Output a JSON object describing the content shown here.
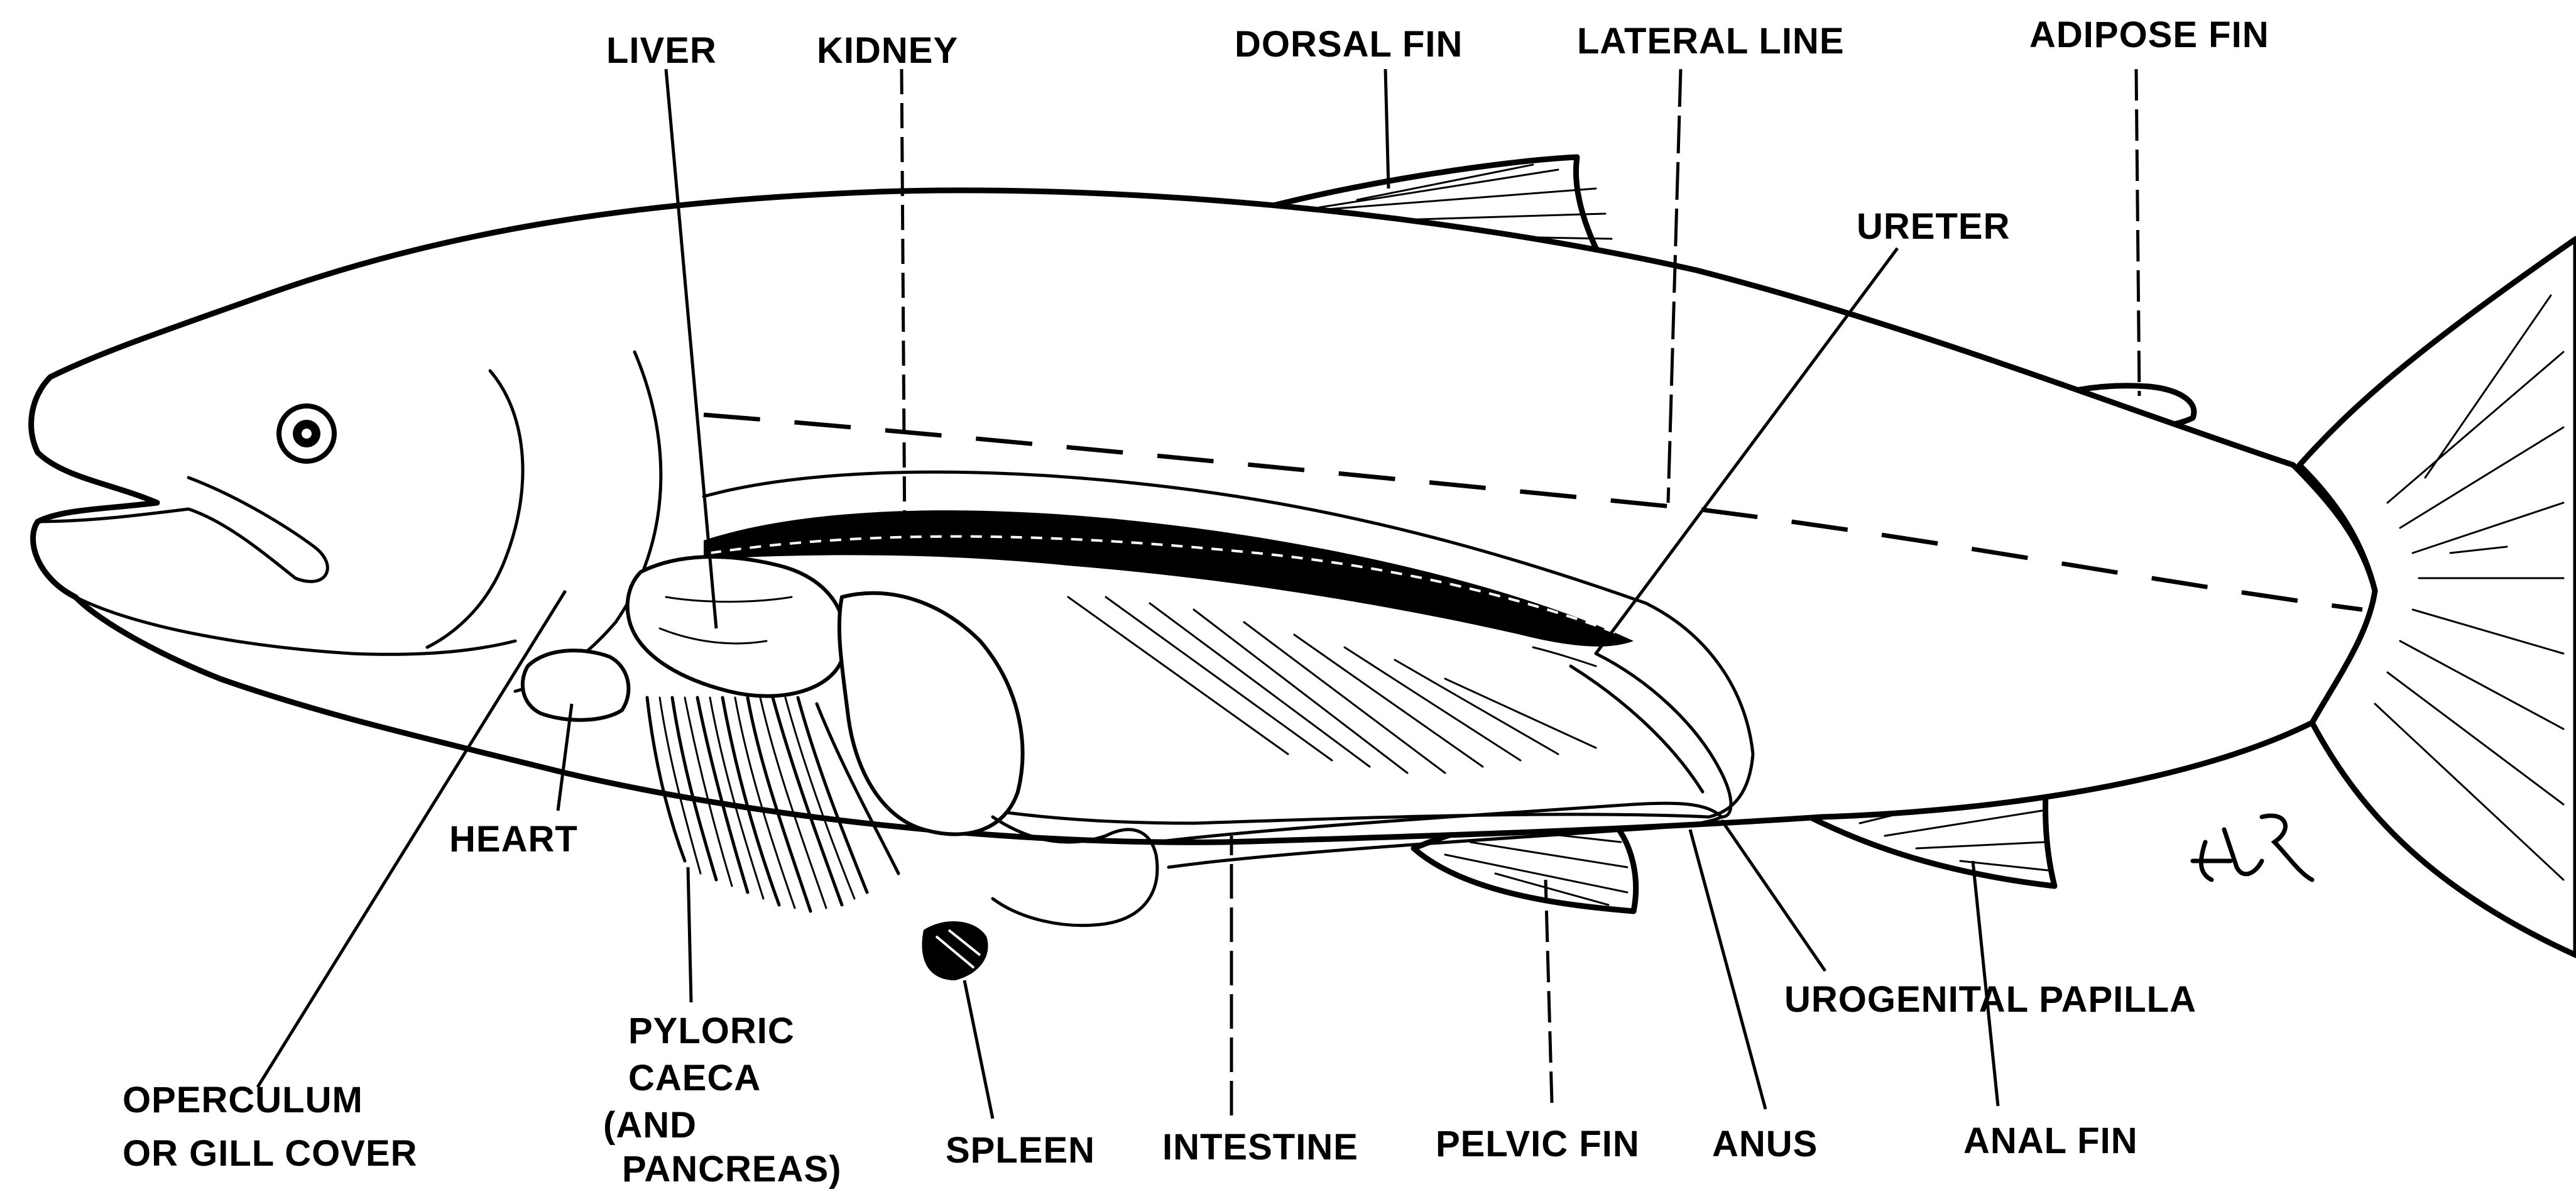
{
  "diagram": {
    "labels": {
      "liver": "LIVER",
      "kidney": "KIDNEY",
      "dorsal_fin": "DORSAL FIN",
      "lateral_line": "LATERAL LINE",
      "adipose_fin": "ADIPOSE FIN",
      "ureter": "URETER",
      "heart": "HEART",
      "operculum_line1": "OPERCULUM",
      "operculum_line2": "OR GILL COVER",
      "pyloric_line1": "PYLORIC",
      "pyloric_line2": "CAECA",
      "pyloric_line3": "(AND",
      "pyloric_line4": "PANCREAS)",
      "spleen": "SPLEEN",
      "intestine": "INTESTINE",
      "pelvic_fin": "PELVIC FIN",
      "anus": "ANUS",
      "urogenital_papilla": "UROGENITAL PAPILLA",
      "anal_fin": "ANAL FIN"
    },
    "signature": "HR"
  }
}
